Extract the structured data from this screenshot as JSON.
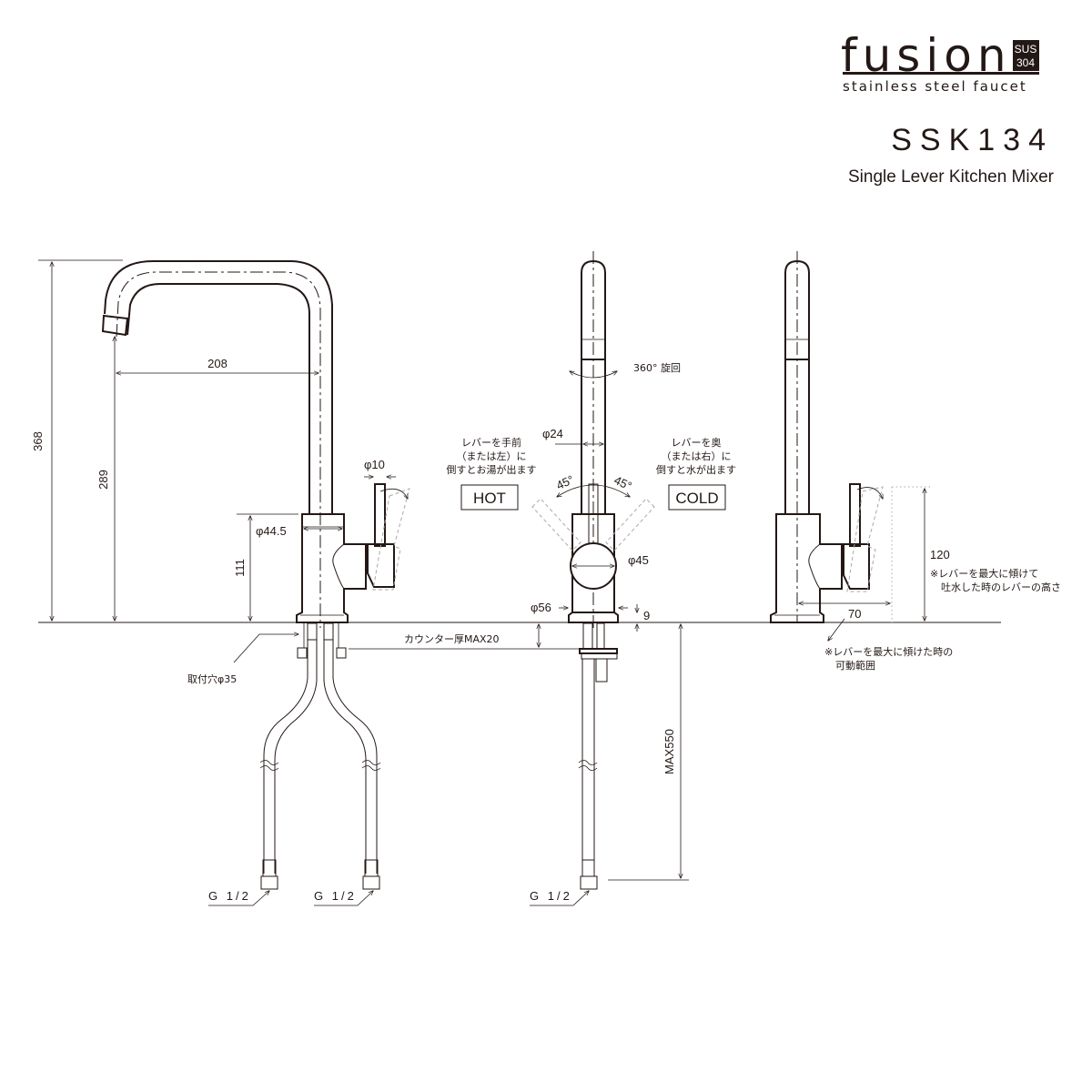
{
  "brand": {
    "logo": "fusion",
    "badge_line1": "SUS",
    "badge_line2": "304",
    "tagline": "stainless steel faucet"
  },
  "product": {
    "model": "SSK134",
    "description": "Single Lever Kitchen Mixer"
  },
  "colors": {
    "line": "#231815",
    "ghost": "#aaaaaa",
    "background": "#ffffff"
  },
  "side_view": {
    "overall_height": "368",
    "spout_height": "289",
    "spout_reach": "208",
    "lever_diameter": "φ10",
    "body_diameter": "φ44.5",
    "body_height": "111",
    "mount_hole": "取付穴φ35",
    "hose_left_thread": "G 1/2",
    "hose_right_thread": "G 1/2"
  },
  "front_view": {
    "rotation": "360°  旋回",
    "spout_diameter": "φ24",
    "hot_note_line1": "レバーを手前",
    "hot_note_line2": "（または左）に",
    "hot_note_line3": "倒すとお湯が出ます",
    "cold_note_line1": "レバーを奥",
    "cold_note_line2": "（または右）に",
    "cold_note_line3": "倒すと水が出ます",
    "hot_label": "HOT",
    "cold_label": "COLD",
    "angle_left": "45°",
    "angle_right": "45°",
    "cartridge_diameter": "φ45",
    "base_diameter": "φ56",
    "base_height": "9",
    "counter_thickness": "カウンター厚MAX20",
    "hose_length": "MAX550",
    "hose_thread": "G 1/2"
  },
  "rear_view": {
    "lever_height": "120",
    "lever_height_note_line1": "※レバーを最大に傾けて",
    "lever_height_note_line2": "吐水した時のレバーの高さ",
    "lever_reach": "70",
    "reach_note_line1": "※レバーを最大に傾けた時の",
    "reach_note_line2": "可動範囲"
  }
}
